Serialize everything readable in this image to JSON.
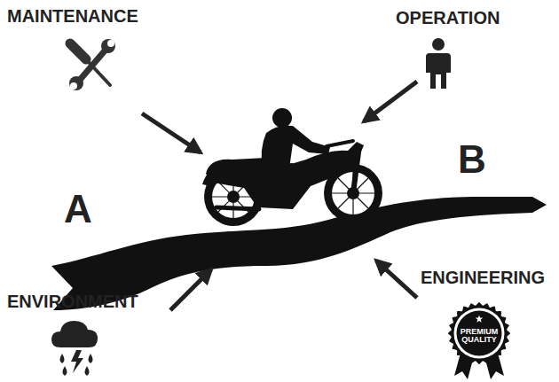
{
  "diagram": {
    "nodes": [
      {
        "text": [
          "PREMIUM QUALITY"
        ]
      }
    ],
    "labels": [
      "MAINTENANCE",
      "OPERATION",
      "A",
      "B",
      "ENVIRONMENT",
      "ENGINEERING"
    ]
  }
}
